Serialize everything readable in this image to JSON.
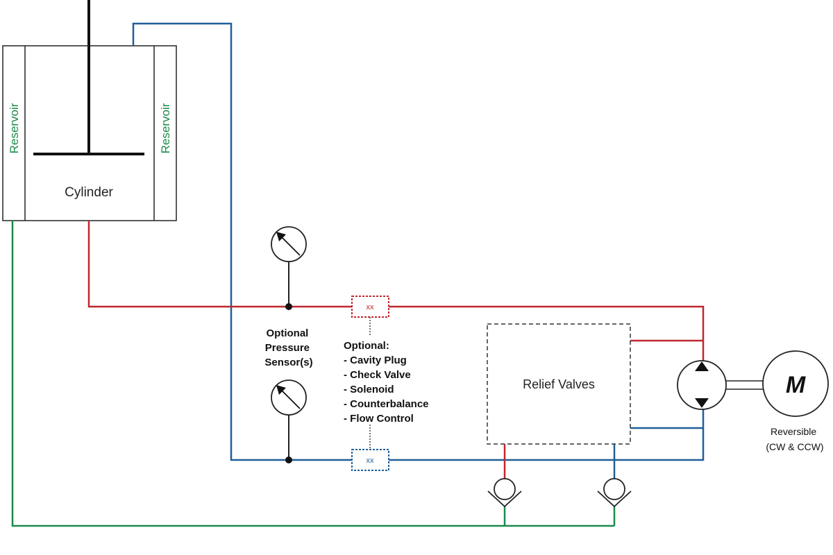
{
  "cylinder": {
    "label": "Cylinder"
  },
  "reservoir": {
    "left_label": "Reservoir",
    "right_label": "Reservoir"
  },
  "pressure_sensor": {
    "lines": [
      "Optional",
      "Pressure",
      "Sensor(s)"
    ]
  },
  "cartridge": {
    "top_code": "xx",
    "bottom_code": "xx"
  },
  "optional_list": {
    "title": "Optional:",
    "items": [
      "- Cavity Plug",
      "- Check Valve",
      "- Solenoid",
      "- Counterbalance",
      "- Flow Control"
    ]
  },
  "relief_valves": {
    "label": "Relief Valves"
  },
  "motor": {
    "letter": "M",
    "caption_lines": [
      "Reversible",
      "(CW & CCW)"
    ]
  },
  "colors": {
    "pressure_line": "#c0262d",
    "return_line": "#1f5f99",
    "reservoir_line": "#1a8a4a",
    "outline": "#222222"
  }
}
